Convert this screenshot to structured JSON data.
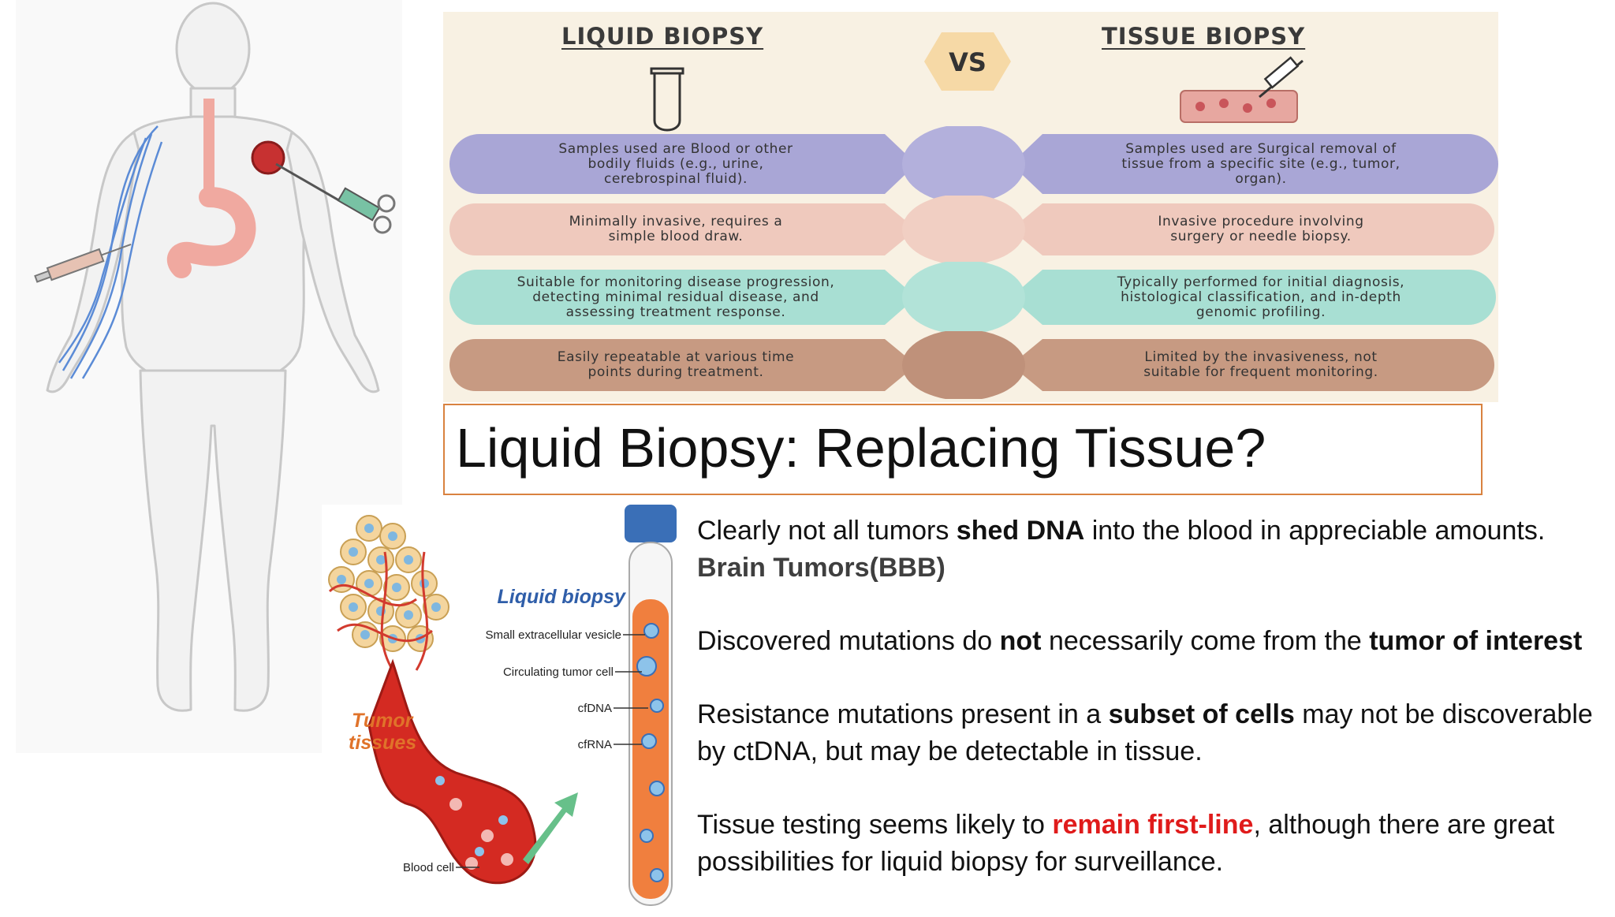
{
  "comparison": {
    "left_header": "LIQUID BIOPSY",
    "vs_label": "VS",
    "right_header": "TISSUE BIOPSY",
    "rows": [
      {
        "color": "#a9a6d6",
        "center": "#b3b0dc",
        "left_lines": [
          "Samples used are Blood or other",
          "bodily fluids (e.g., urine,",
          "cerebrospinal fluid)."
        ],
        "right_lines": [
          "Samples used are Surgical removal of",
          "tissue from a specific site (e.g., tumor,",
          "organ)."
        ]
      },
      {
        "color": "#efc9bd",
        "center": "#f1cfc3",
        "left_lines": [
          "Minimally invasive, requires a",
          "simple blood draw."
        ],
        "right_lines": [
          "Invasive procedure involving",
          "surgery or needle biopsy."
        ]
      },
      {
        "color": "#a8dfd3",
        "center": "#b2e3d8",
        "left_lines": [
          "Suitable for monitoring disease progression,",
          "detecting minimal residual disease, and",
          "assessing treatment response."
        ],
        "right_lines": [
          "Typically performed for initial diagnosis,",
          "histological classification, and in-depth",
          "genomic profiling."
        ]
      },
      {
        "color": "#c79a82",
        "center": "#bf917a",
        "left_lines": [
          "Easily repeatable at various time",
          "points during treatment."
        ],
        "right_lines": [
          "Limited by the invasiveness, not",
          "suitable for frequent monitoring."
        ]
      }
    ]
  },
  "title": "Liquid Biopsy: Replacing Tissue?",
  "illustration": {
    "heading": "Liquid biopsy",
    "labels": [
      "Small extracellular vesicle",
      "Circulating tumor cell",
      "cfDNA",
      "cfRNA",
      "Blood cell"
    ],
    "tumor_label_1": "Tumor",
    "tumor_label_2": "tissues"
  },
  "bullets": {
    "p1": {
      "a": "Clearly not all tumors ",
      "b": "shed DNA",
      "c": " into the blood in appreciable amounts. ",
      "d": "Brain Tumors(BBB)"
    },
    "p2": {
      "a": "Discovered mutations do ",
      "b": "not",
      "c": " necessarily come from the ",
      "d": "tumor of interest"
    },
    "p3": {
      "a": "Resistance mutations present in a ",
      "b": "subset of cells",
      "c": " may not be discoverable by ctDNA, but may be detectable in tissue."
    },
    "p4": {
      "a": "Tissue testing seems likely to ",
      "b": "remain first-line",
      "c": ", although there are great possibilities for liquid biopsy for surveillance."
    }
  },
  "colors": {
    "accent_border": "#d9823f",
    "highlight_red": "#e01b1b",
    "infographic_bg": "#f8f1e3"
  }
}
